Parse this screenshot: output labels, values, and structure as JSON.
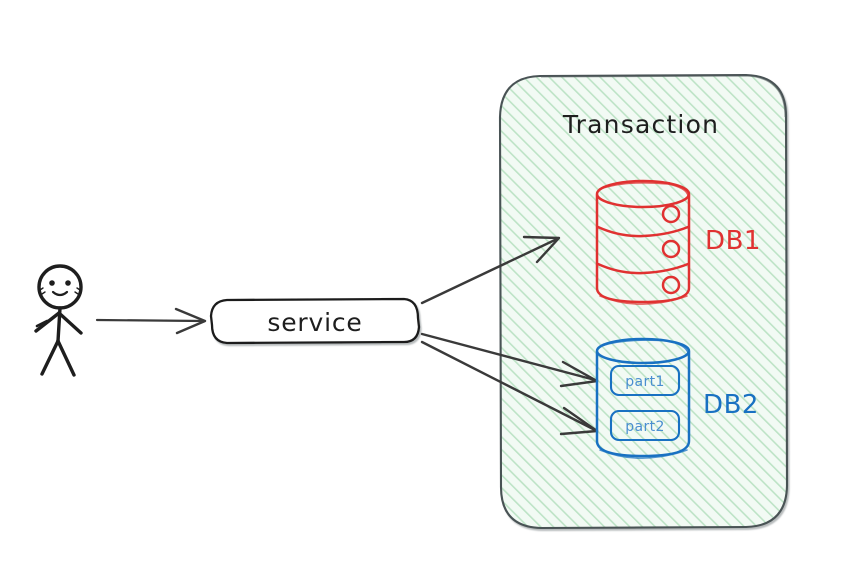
{
  "diagram": {
    "title_label": "Transaction",
    "actor": {
      "name": "stick-figure-user",
      "icon": "person-icon"
    },
    "service": {
      "label": "service",
      "stroke_color": "#1e1e1e"
    },
    "boundary": {
      "label": "Transaction",
      "fill_color": "#e8f5ea",
      "hatch_color": "#b7e0c0",
      "stroke_color": "#4a5254"
    },
    "databases": [
      {
        "name": "db1",
        "label": "DB1",
        "color": "#e03131",
        "style": "cylinder-3-bands",
        "partitions": []
      },
      {
        "name": "db2",
        "label": "DB2",
        "color": "#1971c2",
        "style": "cylinder-partitioned",
        "partitions": [
          "part1",
          "part2"
        ]
      }
    ],
    "arrows": [
      {
        "name": "arrow-user-to-service",
        "from": "user",
        "to": "service"
      },
      {
        "name": "arrow-service-to-db1",
        "from": "service",
        "to": "db1"
      },
      {
        "name": "arrow-service-to-part1",
        "from": "service",
        "to": "part1"
      },
      {
        "name": "arrow-service-to-part2",
        "from": "service",
        "to": "part2"
      }
    ]
  }
}
